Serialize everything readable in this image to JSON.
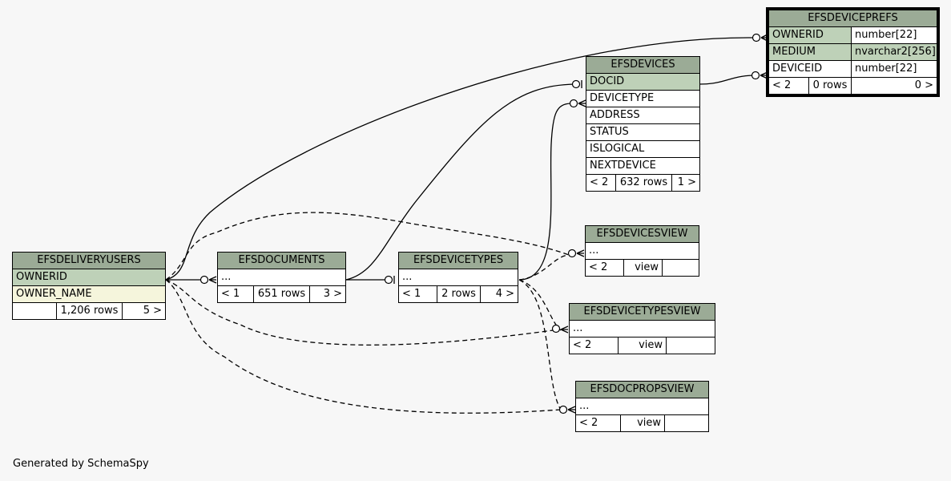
{
  "footer": "Generated by SchemaSpy",
  "tables": {
    "prefs": {
      "name": "EFSDEVICEPREFS",
      "columns": [
        {
          "name": "OWNERID",
          "type": "number[22]"
        },
        {
          "name": "MEDIUM",
          "type": "nvarchar2[256]"
        },
        {
          "name": "DEVICEID",
          "type": "number[22]"
        }
      ],
      "stats": {
        "parents": "< 2",
        "rows": "0 rows",
        "children": "0 >"
      }
    },
    "devices": {
      "name": "EFSDEVICES",
      "columns": [
        "DOCID",
        "DEVICETYPE",
        "ADDRESS",
        "STATUS",
        "ISLOGICAL",
        "NEXTDEVICE"
      ],
      "stats": {
        "parents": "< 2",
        "rows": "632 rows",
        "children": "1 >"
      }
    },
    "devicesview": {
      "name": "EFSDEVICESVIEW",
      "columns": [
        "..."
      ],
      "stats": {
        "parents": "< 2",
        "rows": "view",
        "children": ""
      }
    },
    "devicetypesview": {
      "name": "EFSDEVICETYPESVIEW",
      "columns": [
        "..."
      ],
      "stats": {
        "parents": "< 2",
        "rows": "view",
        "children": ""
      }
    },
    "docpropsview": {
      "name": "EFSDOCPROPSVIEW",
      "columns": [
        "..."
      ],
      "stats": {
        "parents": "< 2",
        "rows": "view",
        "children": ""
      }
    },
    "deliveryusers": {
      "name": "EFSDELIVERYUSERS",
      "columns": [
        "OWNERID",
        "OWNER_NAME"
      ],
      "stats": {
        "parents": "",
        "rows": "1,206 rows",
        "children": "5 >"
      }
    },
    "documents": {
      "name": "EFSDOCUMENTS",
      "columns": [
        "..."
      ],
      "stats": {
        "parents": "< 1",
        "rows": "651 rows",
        "children": "3 >"
      }
    },
    "devicetypes": {
      "name": "EFSDEVICETYPES",
      "columns": [
        "..."
      ],
      "stats": {
        "parents": "< 1",
        "rows": "2 rows",
        "children": "4 >"
      }
    }
  }
}
